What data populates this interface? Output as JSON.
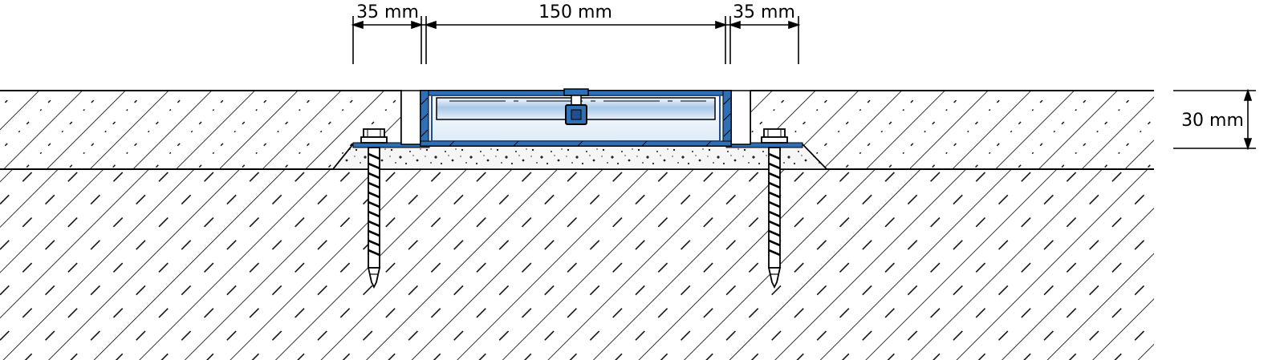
{
  "dimensions": {
    "left_flange": "35 mm",
    "channel_width": "150 mm",
    "right_flange": "35 mm",
    "layer_thickness": "30 mm"
  },
  "colors": {
    "line": "#000000",
    "background": "#ffffff",
    "profile_blue": "#2f6fb5",
    "profile_dark": "#1f4f8f",
    "glass_light": "#d8e8f6",
    "glass_mid": "#a9c8e8",
    "mortar_fill": "#f4f4f4",
    "screw_fill": "#ffffff"
  },
  "icons": {
    "anchor": "concrete-screw-icon",
    "fastener": "center-bolt-icon"
  }
}
